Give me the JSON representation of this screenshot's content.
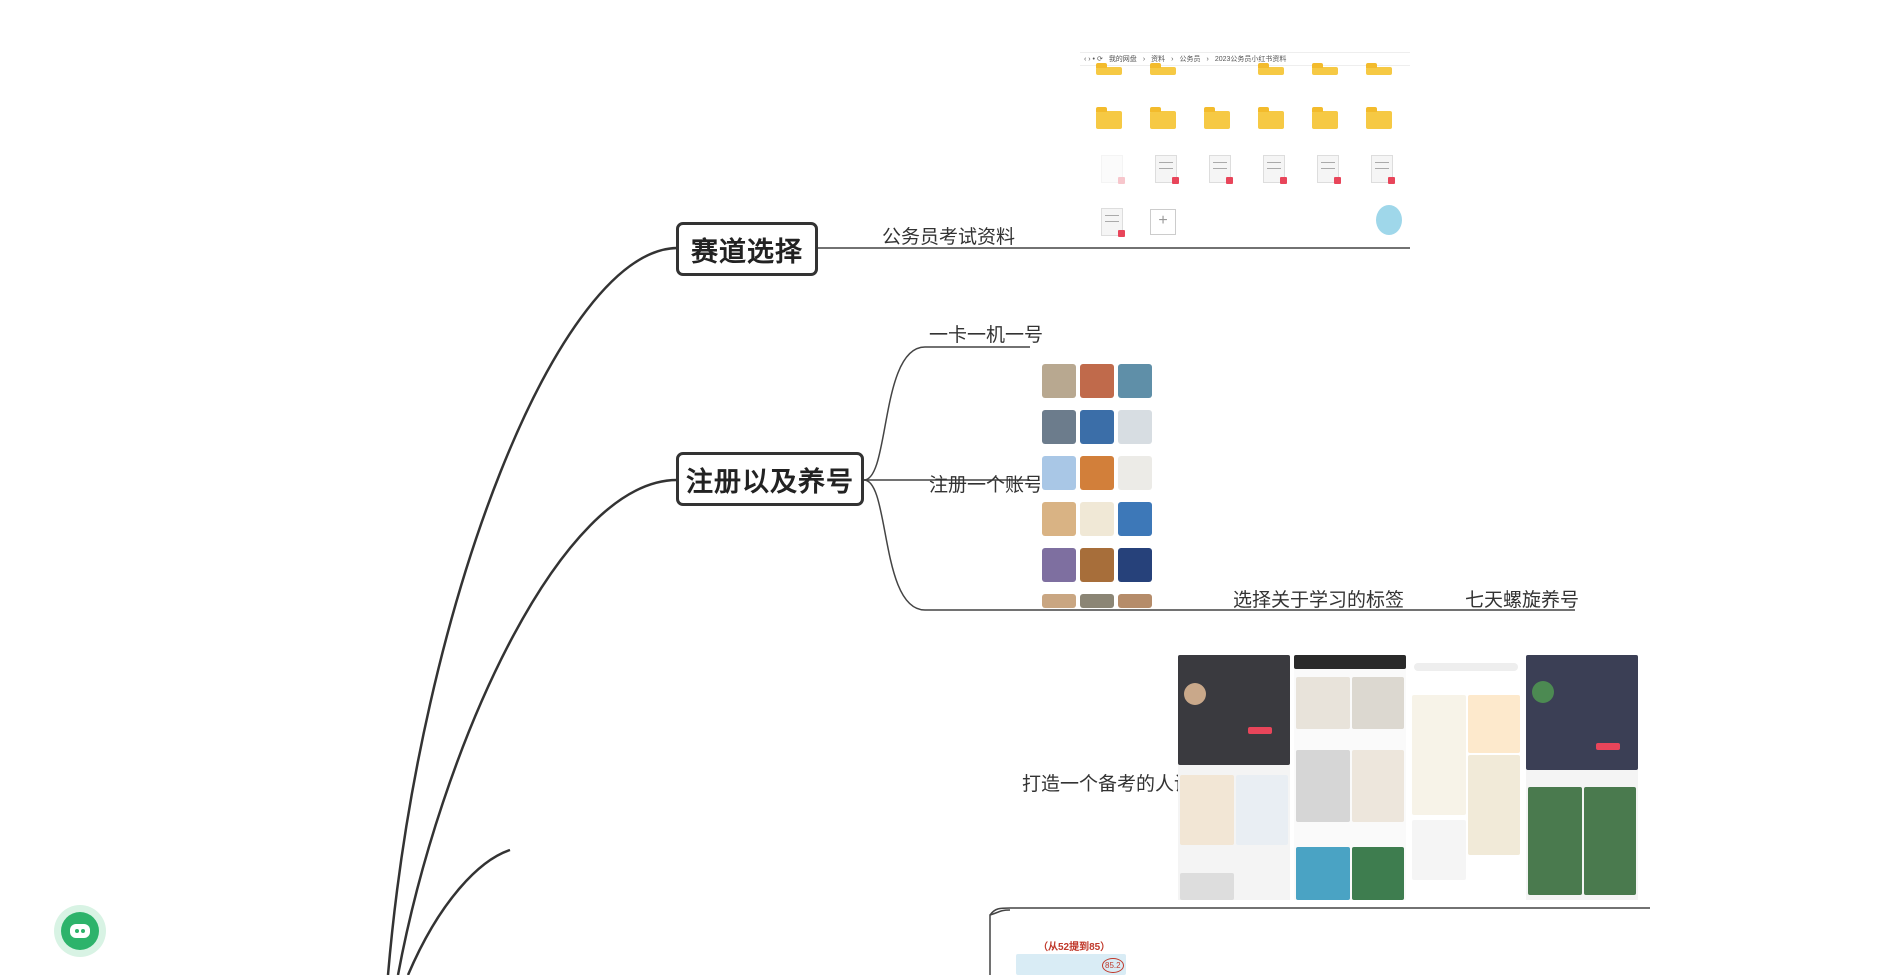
{
  "mindmap": {
    "branches": [
      {
        "label": "赛道选择",
        "children": [
          {
            "label": "公务员考试资料"
          }
        ]
      },
      {
        "label": "注册以及养号",
        "children": [
          {
            "label": "一卡一机一号"
          },
          {
            "label": "注册一个账号"
          },
          {
            "label": "选择关于学习的标签"
          },
          {
            "label": "七天螺旋养号"
          }
        ]
      },
      {
        "label": "",
        "children": [
          {
            "label": "打造一个备考的人设"
          }
        ]
      }
    ]
  },
  "file_explorer": {
    "breadcrumb": [
      "我的网盘",
      "资料",
      "公务员",
      "2023公务员小红书资料"
    ]
  },
  "score_card": {
    "headline": "（从52提到85）",
    "score": "85.2"
  },
  "bot": {
    "icon": "robot-icon"
  },
  "colors": {
    "line": "#333333",
    "folder": "#f6c944",
    "accent_red": "#e8455a",
    "bot_green": "#2db36b"
  }
}
